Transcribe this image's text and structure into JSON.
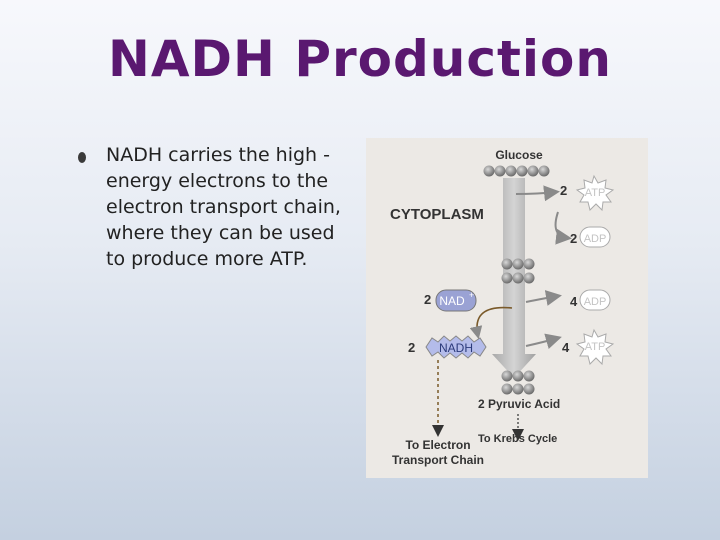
{
  "slide": {
    "title": "NADH Production",
    "bullet": "NADH carries the high -energy electrons to the electron transport chain, where they can be used to produce more ATP."
  },
  "diagram": {
    "glucose": "Glucose",
    "cytoplasm": "CYTOPLASM",
    "atp_in_count": "2",
    "atp_in": "ATP",
    "adp_out_count": "2",
    "adp_out": "ADP",
    "nad_count": "2",
    "nad": "NAD",
    "nad_sup": "+",
    "nadh_count": "2",
    "nadh": "NADH",
    "adp_in_count": "4",
    "adp_in": "ADP",
    "atp_out_count": "4",
    "atp_out": "ATP",
    "pyruvic": "2 Pyruvic Acid",
    "krebs": "To Krebs Cycle",
    "etc_line1": "To Electron",
    "etc_line2": "Transport Chain"
  },
  "colors": {
    "title": "#5a1870",
    "figure_bg": "#ece9e5",
    "nad_fill": "#9aa2d4",
    "nadh_fill": "#b4bcea",
    "atp_fill": "#ffffff",
    "arrow": "#9a9a9a"
  }
}
